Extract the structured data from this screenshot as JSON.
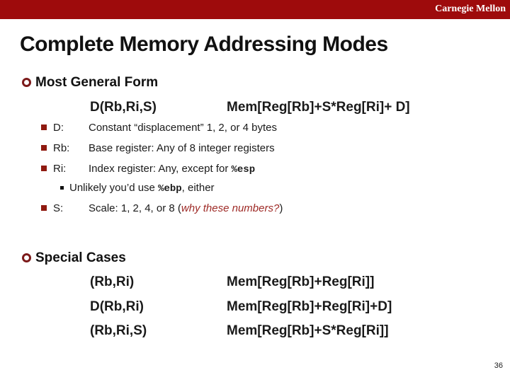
{
  "colors": {
    "bar": "#9e0b0c",
    "bullet": "#8f1a10",
    "ring": "#7c1a1a",
    "em": "#9e2a26"
  },
  "header": {
    "brand": "Carnegie Mellon"
  },
  "title": "Complete Memory Addressing Modes",
  "page_number": "36",
  "general": {
    "heading": "Most General Form",
    "form_left": "D(Rb,Ri,S)",
    "form_right": "Mem[Reg[Rb]+S*Reg[Ri]+ D]",
    "items": [
      {
        "term": "D:",
        "pre": "Constant “displacement” 1, 2, or 4 bytes",
        "code": "",
        "post": ""
      },
      {
        "term": "Rb:",
        "pre": "Base register: Any of 8 integer registers",
        "code": "",
        "post": ""
      },
      {
        "term": "Ri:",
        "pre": "Index register: Any, except for ",
        "code": "%esp",
        "post": ""
      }
    ],
    "sub_item": {
      "pre": "Unlikely you’d use ",
      "code": "%ebp",
      "post": ", either"
    },
    "scale_item": {
      "term": "S:",
      "pre": "Scale: 1, 2, 4, or 8 (",
      "em": "why these numbers?",
      "post": ")"
    }
  },
  "special": {
    "heading": "Special Cases",
    "rows": [
      {
        "left": "(Rb,Ri)",
        "right": "Mem[Reg[Rb]+Reg[Ri]]"
      },
      {
        "left": "D(Rb,Ri)",
        "right": "Mem[Reg[Rb]+Reg[Ri]+D]"
      },
      {
        "left": "(Rb,Ri,S)",
        "right": "Mem[Reg[Rb]+S*Reg[Ri]]"
      }
    ]
  }
}
